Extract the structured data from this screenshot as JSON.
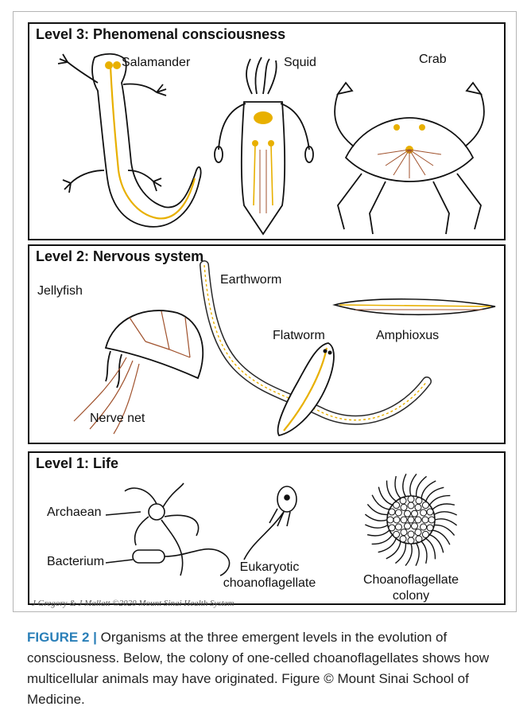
{
  "panels": {
    "level3": {
      "title": "Level 3: Phenomenal consciousness",
      "labels": {
        "salamander": "Salamander",
        "squid": "Squid",
        "crab": "Crab"
      }
    },
    "level2": {
      "title": "Level 2: Nervous system",
      "labels": {
        "jellyfish": "Jellyfish",
        "earthworm": "Earthworm",
        "flatworm": "Flatworm",
        "amphioxus": "Amphioxus",
        "nerve_net": "Nerve net"
      }
    },
    "level1": {
      "title": "Level 1: Life",
      "labels": {
        "archaean": "Archaean",
        "bacterium": "Bacterium",
        "eukaryotic_line1": "Eukaryotic",
        "eukaryotic_line2": "choanoflagellate",
        "colony_line1": "Choanoflagellate",
        "colony_line2": "colony"
      }
    }
  },
  "credit": "J Gregory & J Mallatt ©2020 Mount Sinai Health System",
  "caption": {
    "label": "FIGURE 2 |",
    "text": " Organisms at the three emergent levels in the evolution of consciousness. Below, the colony of one-celled choanoflagellates shows how multicellular animals may have originated. Figure © Mount Sinai School of Medicine."
  },
  "colors": {
    "nerve": "#e8b000",
    "brown": "#a0522d",
    "line": "#111111",
    "caption_label": "#2a7fb8"
  }
}
